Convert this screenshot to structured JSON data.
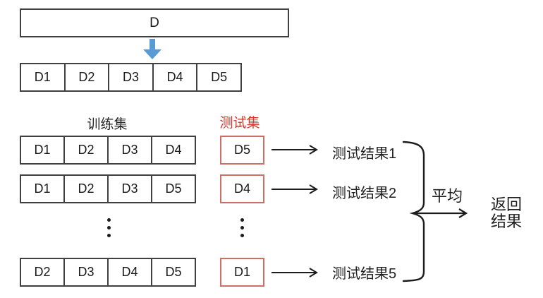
{
  "overview": {
    "dataset_label": "D",
    "splits": [
      "D1",
      "D2",
      "D3",
      "D4",
      "D5"
    ]
  },
  "headers": {
    "train": "训练集",
    "test": "测试集"
  },
  "folds": [
    {
      "train": [
        "D1",
        "D2",
        "D3",
        "D4"
      ],
      "test": "D5",
      "result": "测试结果1"
    },
    {
      "train": [
        "D1",
        "D2",
        "D3",
        "D5"
      ],
      "test": "D4",
      "result": "测试结果2"
    },
    {
      "train": [
        "D2",
        "D3",
        "D4",
        "D5"
      ],
      "test": "D1",
      "result": "测试结果5"
    }
  ],
  "aggregate": {
    "average_label": "平均",
    "return_line1": "返回",
    "return_line2": "结果"
  },
  "icons": {
    "down_arrow": "blue-down-arrow",
    "right_arrow": "black-right-arrow",
    "brace": "curly-brace-merge",
    "ellipsis": "vertical-ellipsis"
  },
  "colors": {
    "box_border": "#404040",
    "test_box_border": "#cf6e66",
    "red_text": "#d9352b",
    "arrow_blue": "#5b9bd5",
    "line": "#1c1c1c",
    "background": "#ffffff"
  }
}
